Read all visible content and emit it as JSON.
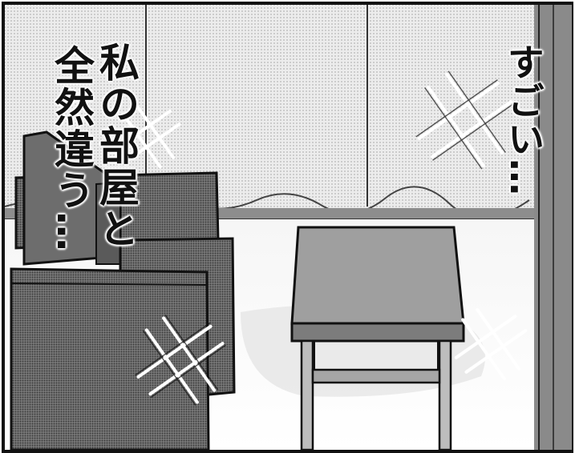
{
  "speech": {
    "right": "すごい…",
    "left_line1": "私の部屋と",
    "left_line2": "全然違う…"
  },
  "colors": {
    "ink": "#111111",
    "screentone_light": "#d9d9d9",
    "screentone_mid": "#a9a9a9",
    "sofa_dark": "#555555",
    "paper": "#ffffff"
  },
  "icons": [
    "sparkle-icon"
  ]
}
